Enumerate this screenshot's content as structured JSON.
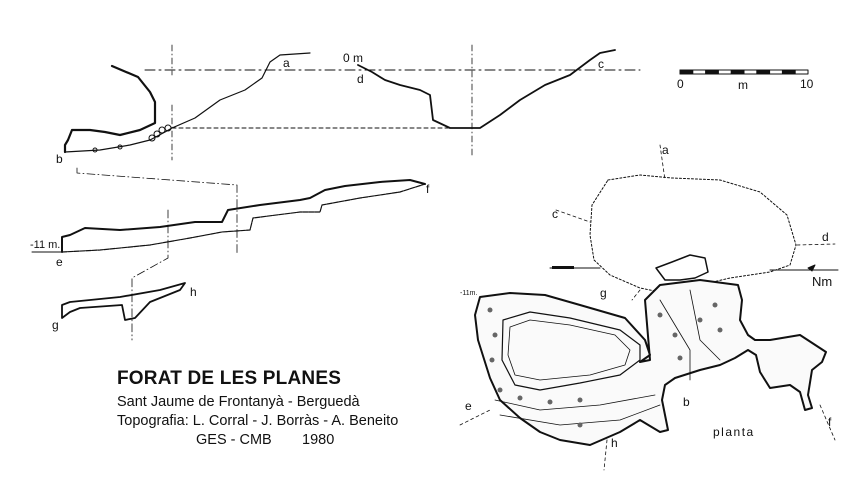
{
  "title": "FORAT DE LES PLANES",
  "location": "Sant Jaume de Frontanyà - Berguedà",
  "survey": "Topografia: L. Corral - J. Borràs - A. Beneito",
  "group": "GES - CMB",
  "year": "1980",
  "scale": {
    "start": "0",
    "unit": "m",
    "end": "10"
  },
  "section": {
    "zero_label": "0 m",
    "depth_label": "-11 m.",
    "points": {
      "a": "a",
      "b": "b",
      "c": "c",
      "d": "d",
      "e": "e",
      "f": "f",
      "g": "g",
      "h": "h"
    }
  },
  "plan": {
    "label": "planta",
    "north_label": "Nm",
    "depth_mark": "-11m.",
    "points": {
      "a": "a",
      "b": "b",
      "c": "c",
      "d": "d",
      "e": "e",
      "f": "f",
      "g": "g",
      "h": "h"
    }
  }
}
